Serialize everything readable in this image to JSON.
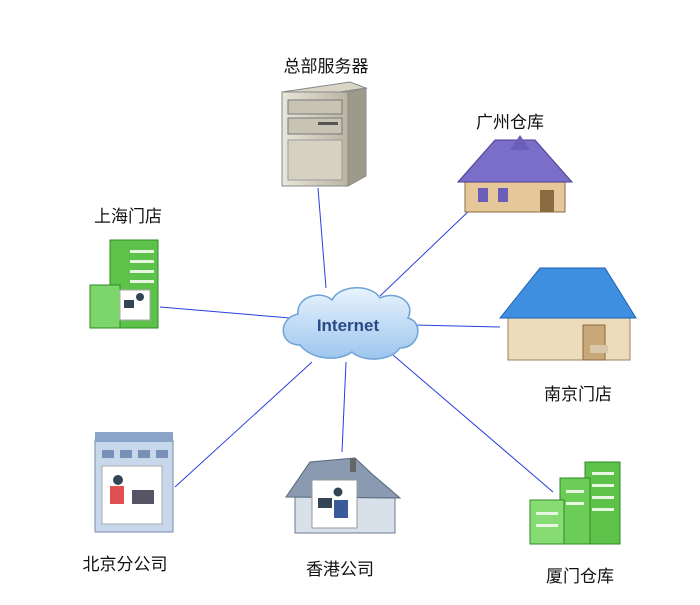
{
  "center": {
    "label": "Internet"
  },
  "nodes": {
    "hq_server": {
      "label": "总部服务器"
    },
    "guangzhou_warehouse": {
      "label": "广州仓库"
    },
    "shanghai_store": {
      "label": "上海门店"
    },
    "nanjing_store": {
      "label": "南京门店"
    },
    "beijing_branch": {
      "label": "北京分公司"
    },
    "hongkong_company": {
      "label": "香港公司"
    },
    "xiamen_warehouse": {
      "label": "厦门仓库"
    }
  },
  "colors": {
    "link": "#2a3fe0",
    "cloud": "#bcd9f4",
    "building_green": "#5cc24a",
    "roof_blue": "#3f8fe0",
    "roof_purple": "#7a6ec8"
  }
}
